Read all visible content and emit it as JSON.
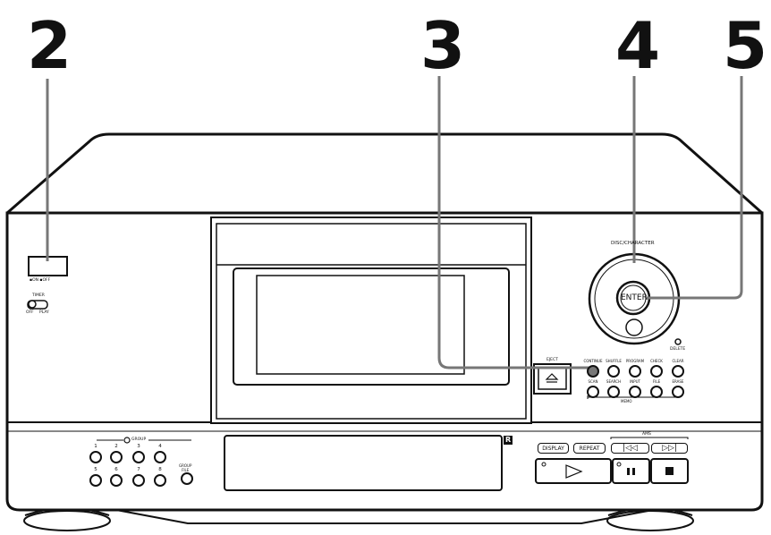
{
  "steps": [
    "2",
    "3",
    "4",
    "5"
  ],
  "power": {
    "on_label": "ON",
    "off_label": "OFF"
  },
  "timer": {
    "label": "TIMER",
    "off": "OFF",
    "play": "PLAY"
  },
  "group_bar": {
    "label": "GROUP",
    "numbers": [
      "1",
      "2",
      "3",
      "4",
      "5",
      "6",
      "7",
      "8"
    ],
    "group_file_line1": "GROUP",
    "group_file_line2": "FILE"
  },
  "r_mark": "R",
  "eject_label": "EJECT",
  "dial": {
    "label": "DISC/CHARACTER",
    "enter": "ENTER",
    "delete": "DELETE"
  },
  "row1": [
    "CONTINUE",
    "SHUFFLE",
    "PROGRAM",
    "CHECK",
    "CLEAR"
  ],
  "row2": [
    "SCAN",
    "SEARCH",
    "INPUT",
    "FILE",
    "ERASE"
  ],
  "memo_label": "MEMO",
  "transport": {
    "display": "DISPLAY",
    "repeat": "REPEAT",
    "ams": "AMS"
  }
}
